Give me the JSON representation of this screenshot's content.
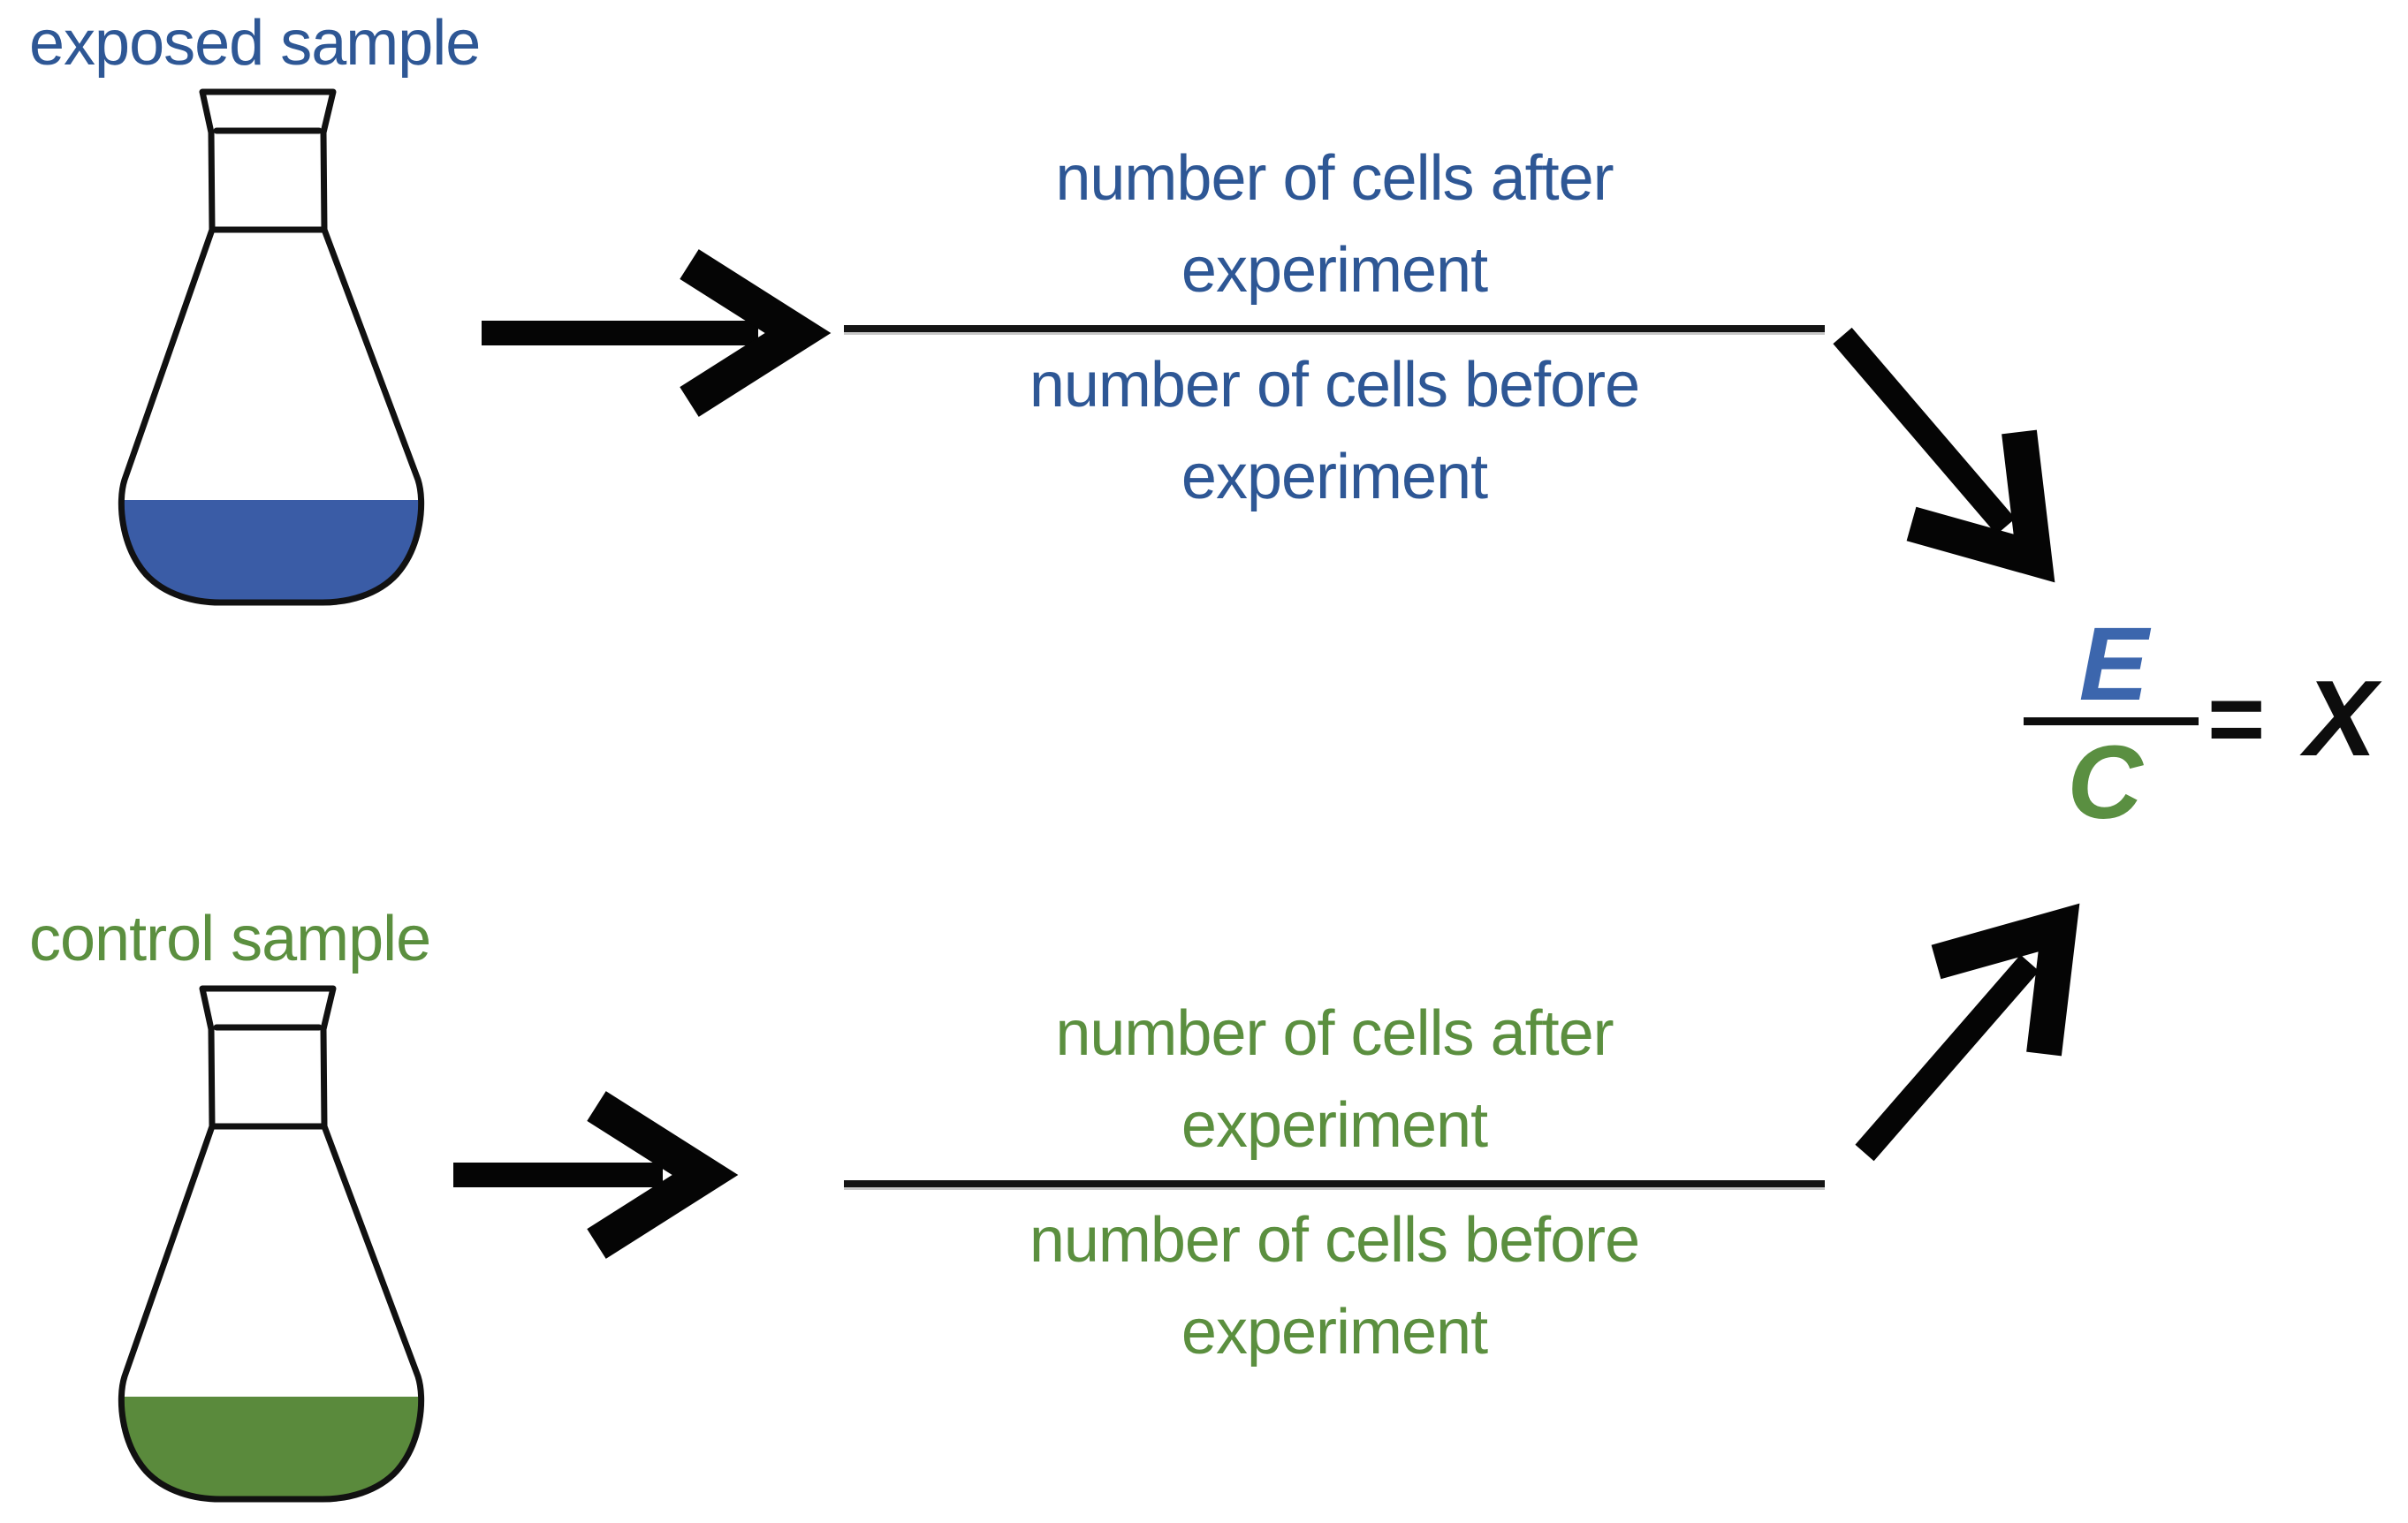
{
  "exposed": {
    "label": "exposed sample",
    "fraction": {
      "numerator_line1": "number of cells after",
      "numerator_line2": "experiment",
      "denominator_line1": "number of cells before",
      "denominator_line2": "experiment"
    }
  },
  "control": {
    "label": "control sample",
    "fraction": {
      "numerator_line1": "number of cells after",
      "numerator_line2": "experiment",
      "denominator_line1": "number of cells before",
      "denominator_line2": "experiment"
    }
  },
  "formula": {
    "numerator": "E",
    "denominator": "C",
    "equals_sign": "=",
    "result": "X"
  },
  "colors": {
    "exposed_text": "#2e5795",
    "exposed_liquid": "#3a5ca6",
    "control_text": "#5b8f3f",
    "control_liquid": "#5a8a3c",
    "formula_e": "#3c66ad",
    "formula_c": "#5a8f41",
    "formula_black": "#0d0d0d",
    "arrow": "#050505",
    "flask_outline": "#111111",
    "fraction_bar": "#141414",
    "background": "#ffffff"
  }
}
